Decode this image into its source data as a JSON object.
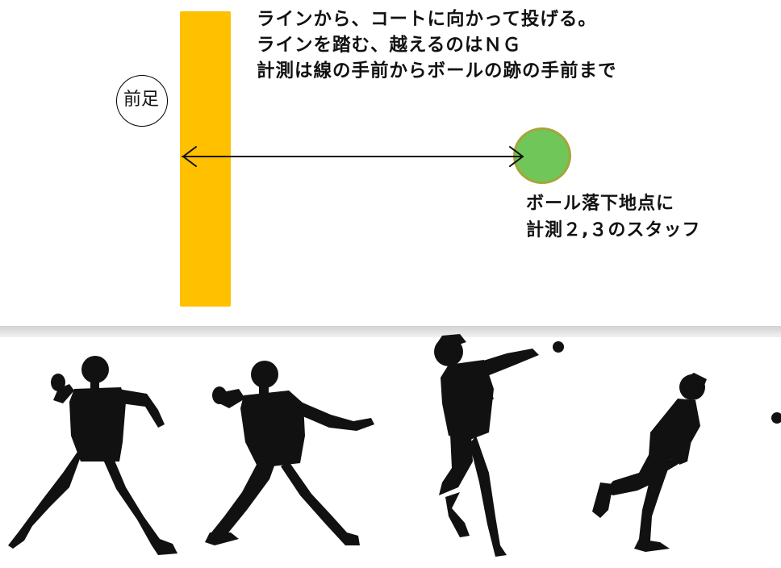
{
  "diagram": {
    "instructions": [
      "ラインから、コートに向かって投げる。",
      "ラインを踏む、越えるのはＮＧ",
      "計測は線の手前からボールの跡の手前まで"
    ],
    "foot_label": "前足",
    "staff_note": [
      "ボール落下地点に",
      "計測２,３のスタッフ"
    ]
  },
  "colors": {
    "line_bar": "#ffc000",
    "ball_fill": "#70c658",
    "ball_border": "#a5a53a",
    "silhouette": "#111111"
  }
}
